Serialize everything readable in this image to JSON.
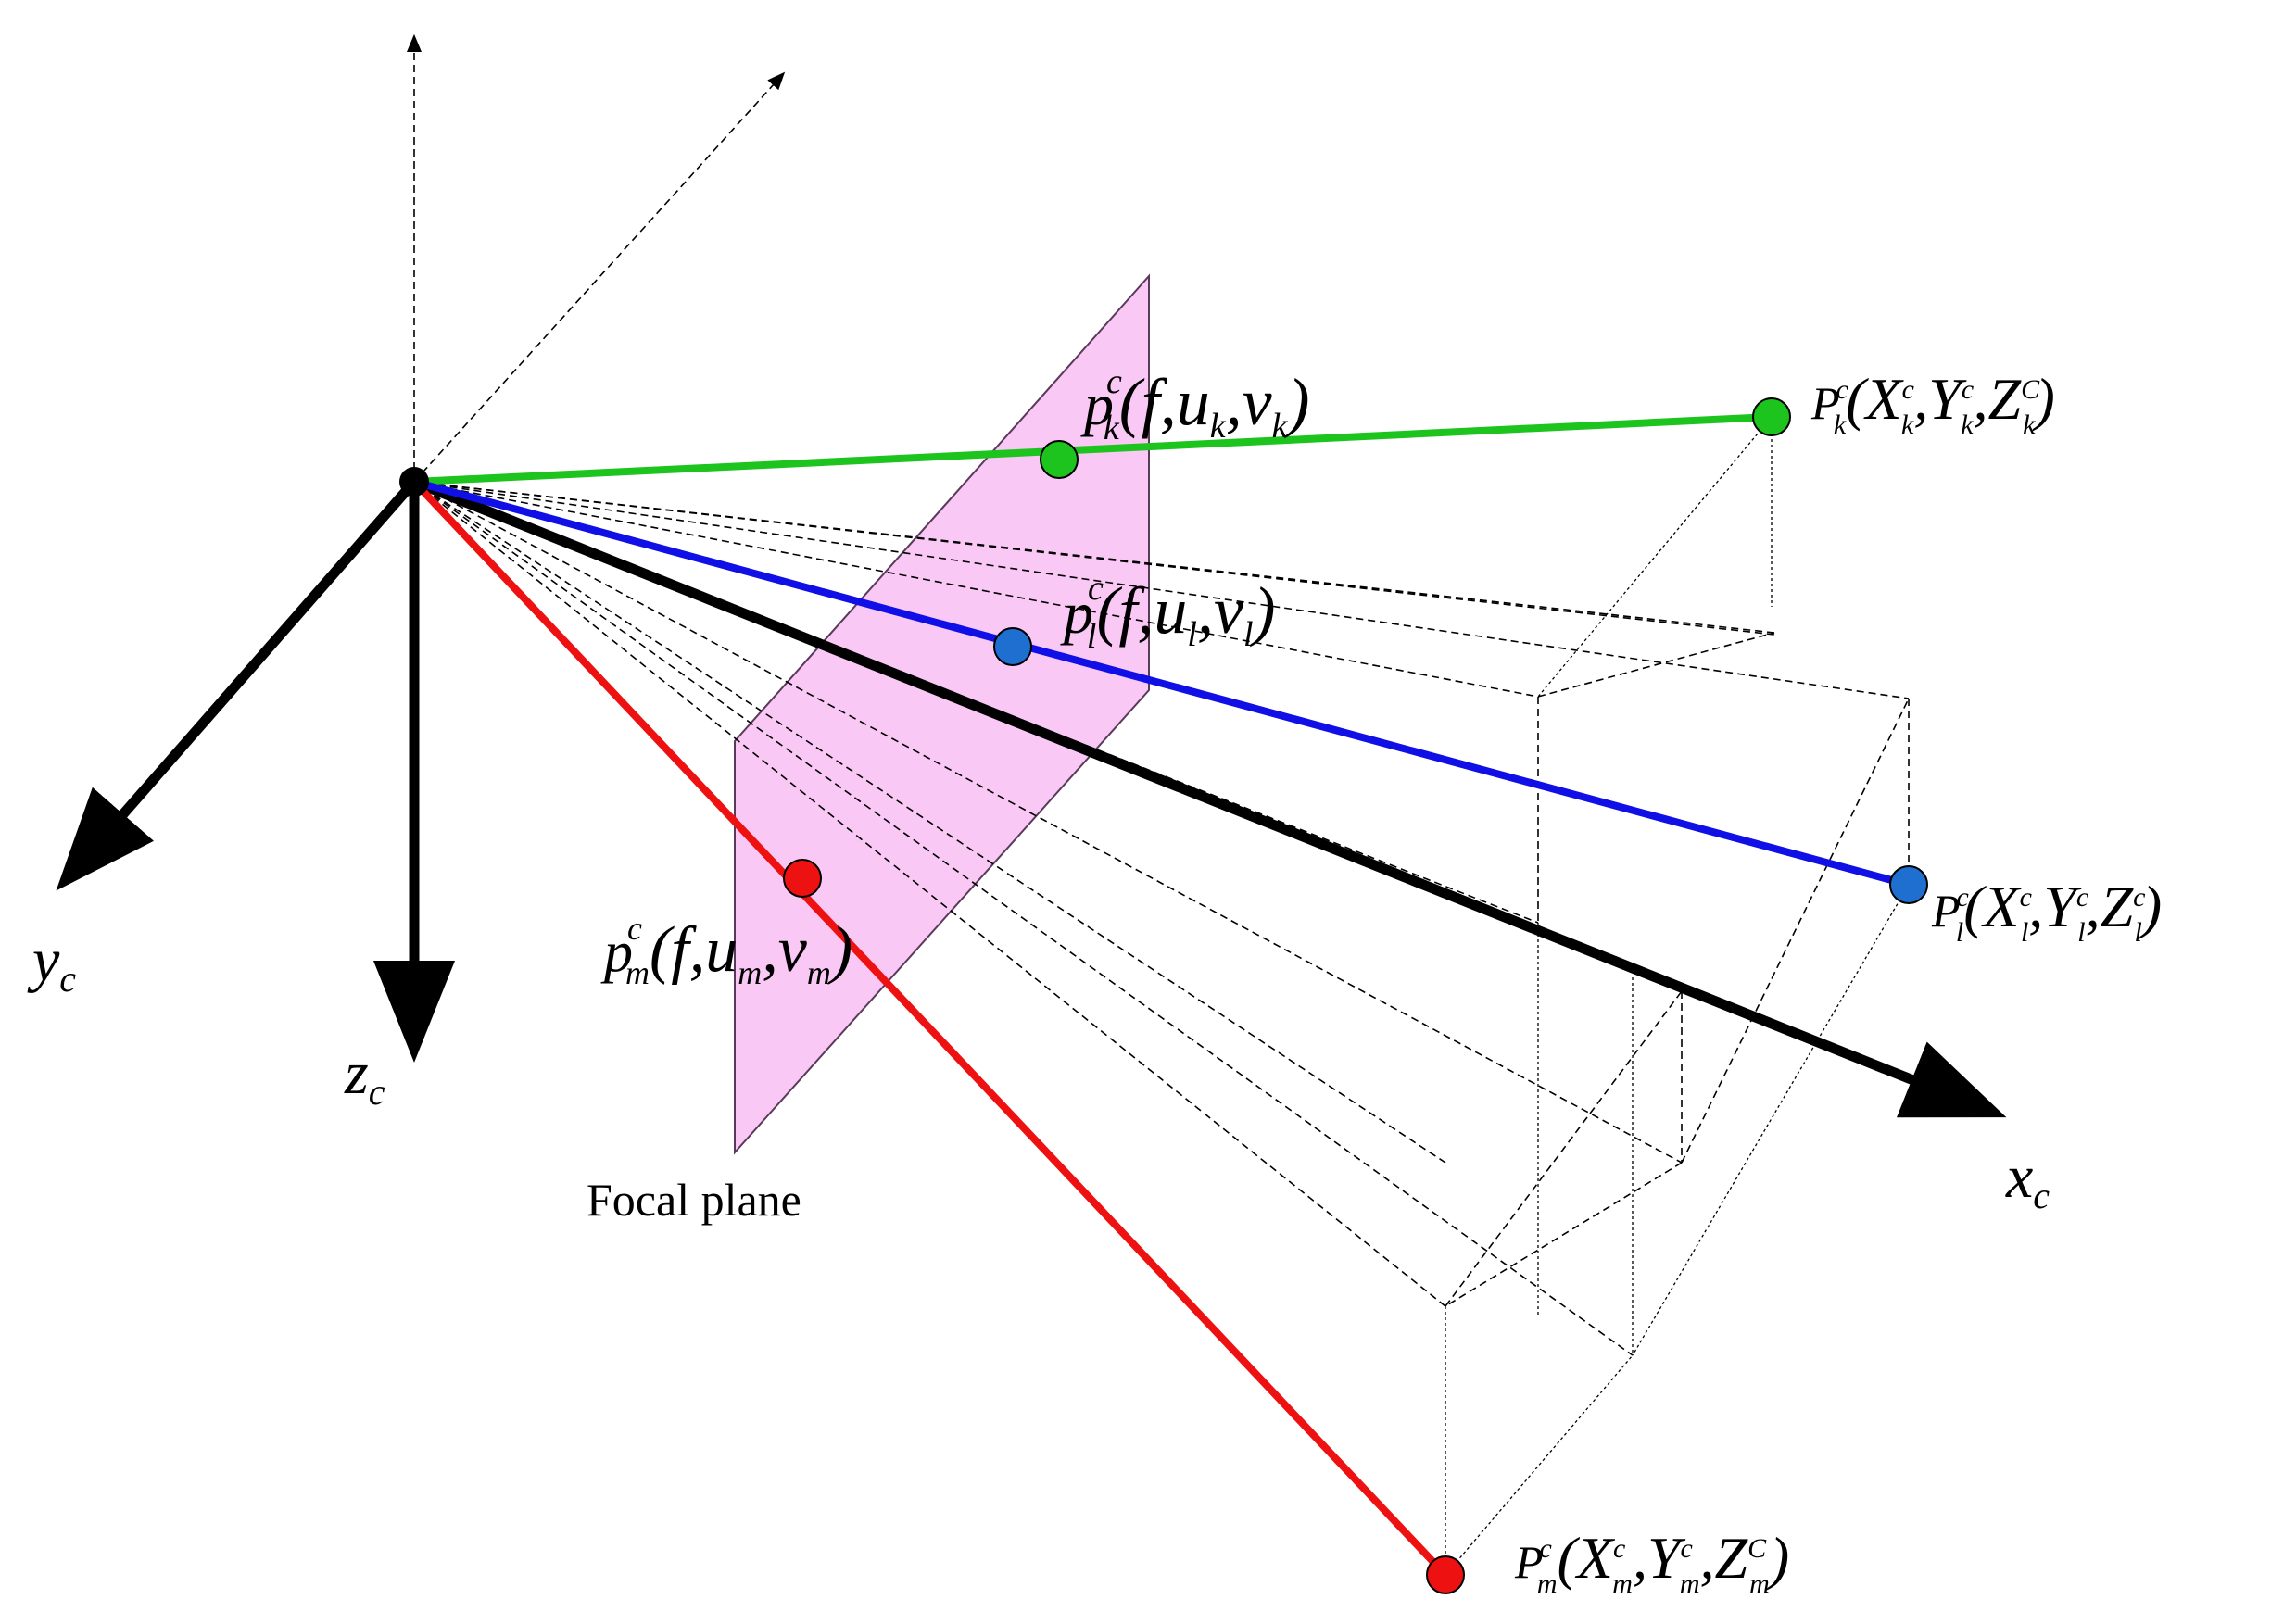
{
  "axes": {
    "x": {
      "letter": "x",
      "sub": "c"
    },
    "y": {
      "letter": "y",
      "sub": "c"
    },
    "z": {
      "letter": "z",
      "sub": "c"
    }
  },
  "focal_plane_label": "Focal plane",
  "points": {
    "k": {
      "color": "#1ec41e",
      "image": {
        "letter": "p",
        "sup": "c",
        "sub": "k",
        "coords": "(f,u",
        "coord_u_sub": "k",
        "coord_sep": ",v",
        "coord_v_sub": "k",
        "close": ")"
      },
      "world": {
        "letter": "P",
        "sup": "c",
        "sub": "k",
        "open": "(X",
        "x_sup": "c",
        "x_sub": "k",
        "sep1": ",Y",
        "y_sup": "c",
        "y_sub": "k",
        "sep2": ",Z",
        "z_sup": "C",
        "z_sub": "k",
        "close": ")"
      }
    },
    "l": {
      "color": "#1f6fd1",
      "line_color": "#1010e6",
      "image": {
        "letter": "p",
        "sup": "c",
        "sub": "l",
        "coords": "(f,u",
        "coord_u_sub": "l",
        "coord_sep": ",v",
        "coord_v_sub": "l",
        "close": ")"
      },
      "world": {
        "letter": "P",
        "sup": "c",
        "sub": "l",
        "open": "(X",
        "x_sup": "c",
        "x_sub": "l",
        "sep1": ",Y",
        "y_sup": "c",
        "y_sub": "l",
        "sep2": ",Z",
        "z_sup": "c",
        "z_sub": "l",
        "close": ")"
      }
    },
    "m": {
      "color": "#ee1111",
      "image": {
        "letter": "p",
        "sup": "c",
        "sub": "m",
        "coords": "(f,u",
        "coord_u_sub": "m",
        "coord_sep": ",v",
        "coord_v_sub": "m",
        "close": ")"
      },
      "world": {
        "letter": "P",
        "sup": "c",
        "sub": "m",
        "open": "(X",
        "x_sup": "c",
        "x_sub": "m",
        "sep1": ",Y",
        "y_sup": "c",
        "y_sub": "m",
        "sep2": ",Z",
        "z_sup": "C",
        "z_sub": "m",
        "close": ")"
      }
    }
  },
  "colors": {
    "plane_fill": "#f9c8f5",
    "plane_stroke": "#5a3a5a",
    "axis": "#000000"
  }
}
